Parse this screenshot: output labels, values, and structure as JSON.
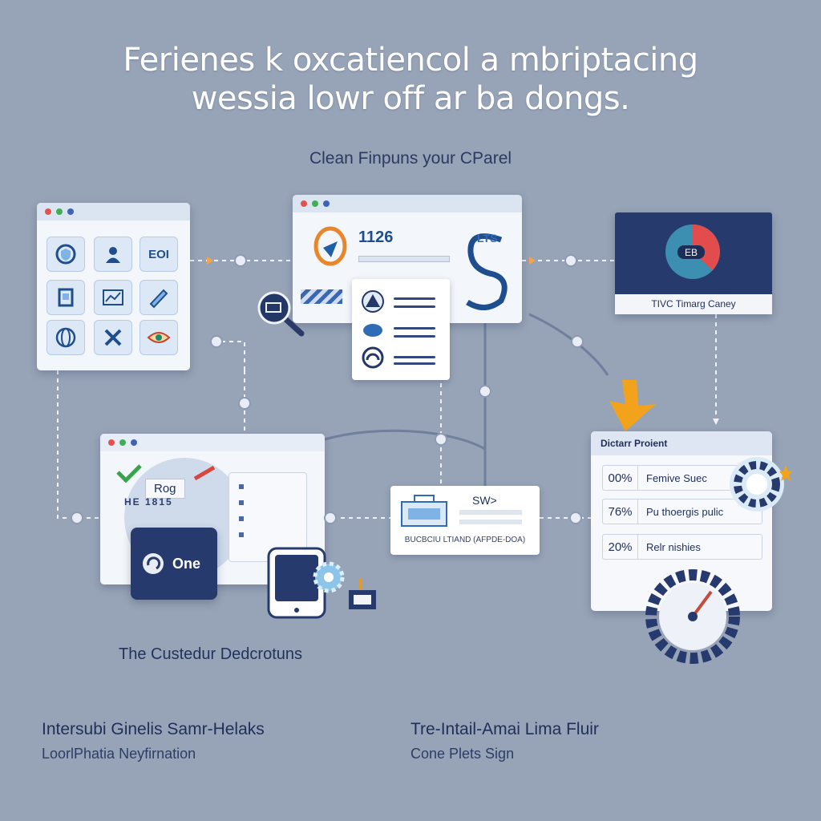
{
  "header": {
    "title_line1": "Ferienes k oxcatiencol a mbriptacing",
    "title_line2": "wessia lowr off ar ba dongs.",
    "subtitle": "Clean Finpuns your CParel"
  },
  "windows": {
    "icon_grid": {
      "badge": "EOI"
    },
    "center": {
      "label": "1126",
      "logo_text": "LTS"
    },
    "chart_card": {
      "pie_label": "EB",
      "caption": "TIVC Timarg Caney"
    },
    "login": {
      "badge": "Rog",
      "sub_label": "HE 1815",
      "card_label": "One"
    },
    "mid": {
      "tag": "SW>",
      "caption": "BUCBCIU LTIAND (AFPDE-DOA)"
    },
    "progress": {
      "title": "Dictarr Proient",
      "rows": [
        {
          "pct": "00%",
          "label": "Femive Suec"
        },
        {
          "pct": "76%",
          "label": "Pu thoergis pulic"
        },
        {
          "pct": "20%",
          "label": "Relr nishies"
        }
      ]
    }
  },
  "captions": {
    "customer": "The Custedur Dedcrotuns"
  },
  "footer": {
    "left": {
      "title": "Intersubi Ginelis Samr-Helaks",
      "subtitle": "LoorlPhatia Neyfirnation"
    },
    "right": {
      "title": "Tre-Intail-Amai Lima Fluir",
      "subtitle": "Cone Plets Sign"
    }
  },
  "colors": {
    "background": "#97a3b6",
    "navy": "#263a6e",
    "accent_orange": "#f2a31b",
    "pie_red": "#e24c4c"
  },
  "icons": [
    "magnifier-icon",
    "warning-icon",
    "gear-icon",
    "gauge-icon",
    "arrow-down-icon",
    "shield-icon",
    "user-icon",
    "checkmark-icon",
    "tablet-icon",
    "plug-icon"
  ]
}
